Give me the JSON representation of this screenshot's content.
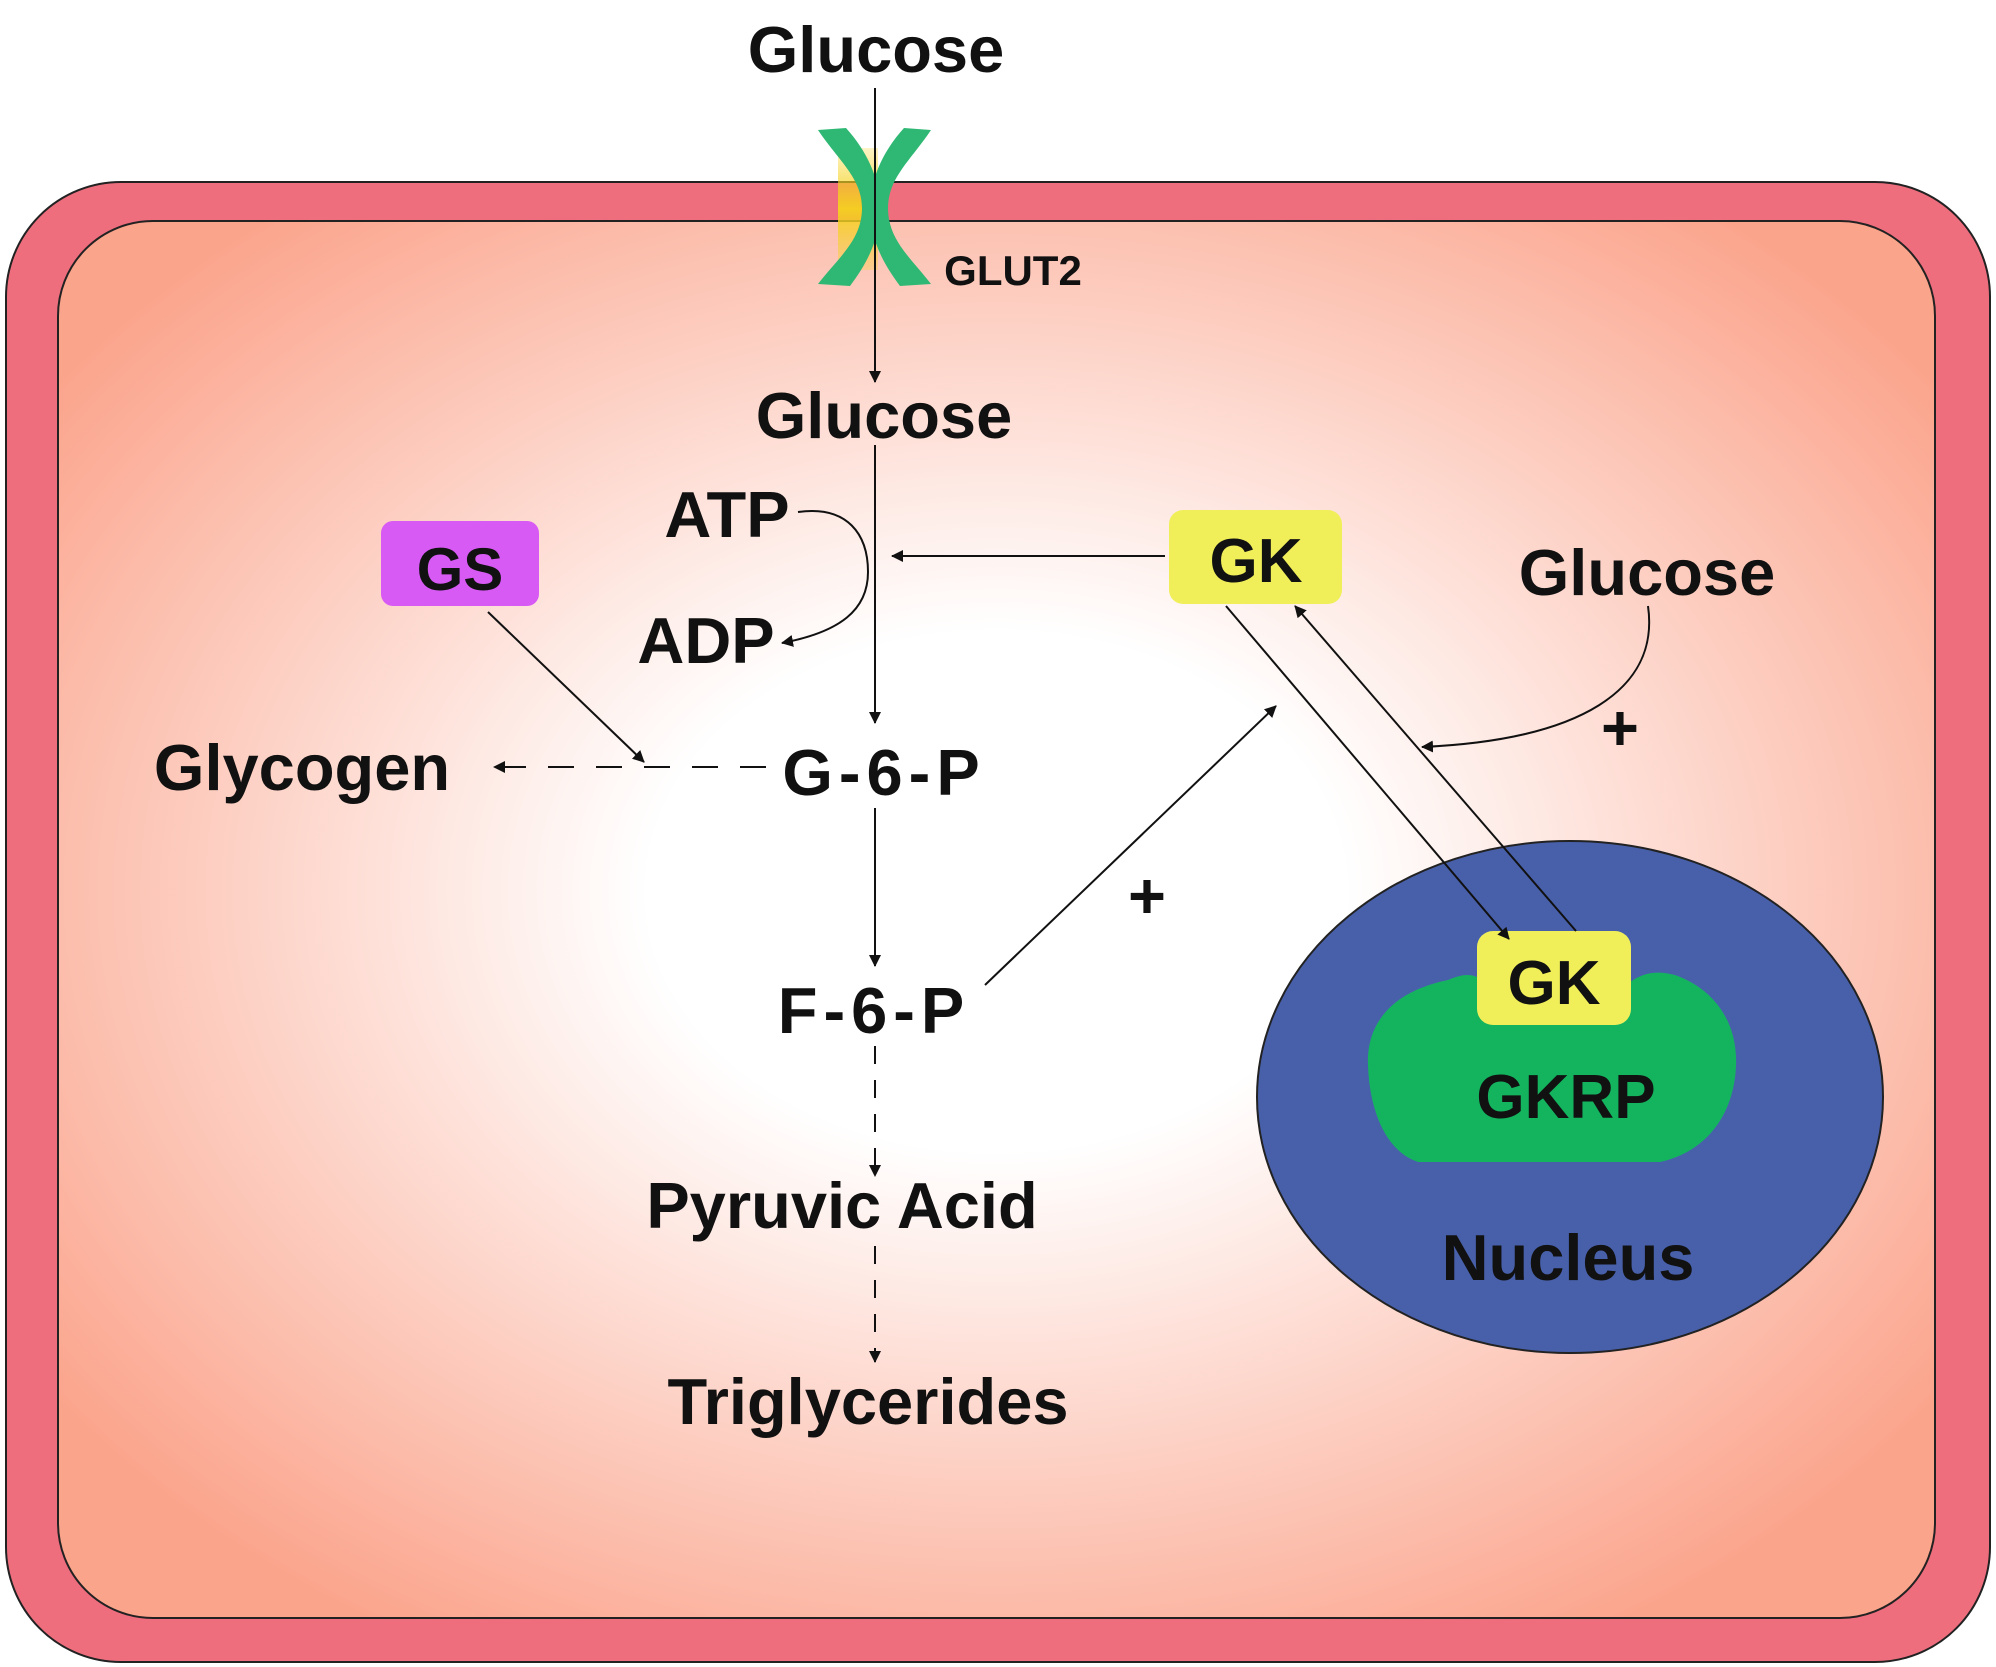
{
  "colors": {
    "membrane": "#EE6E7E",
    "cytoplasm_edge": "#FBA48C",
    "cytoplasm_center": "#FFFFFF",
    "nucleus": "#4860AA",
    "gkrp": "#14B45F",
    "gk": "#F0EF5A",
    "gs": "#D85AF5",
    "glut2": "#2FB873",
    "channel": "#F5D21E",
    "line": "#111111"
  },
  "labels": {
    "glucose_outside": "Glucose",
    "glut2": "GLUT2",
    "glucose_inside": "Glucose",
    "atp": "ATP",
    "adp": "ADP",
    "gs": "GS",
    "glycogen": "Glycogen",
    "g6p": "G-6-P",
    "f6p": "F-6-P",
    "pyruvic_acid": "Pyruvic Acid",
    "triglycerides": "Triglycerides",
    "gk_cytoplasm": "GK",
    "glucose_right": "Glucose",
    "plus_glucose": "+",
    "plus_f6p": "+",
    "gk_nucleus": "GK",
    "gkrp": "GKRP",
    "nucleus": "Nucleus"
  }
}
